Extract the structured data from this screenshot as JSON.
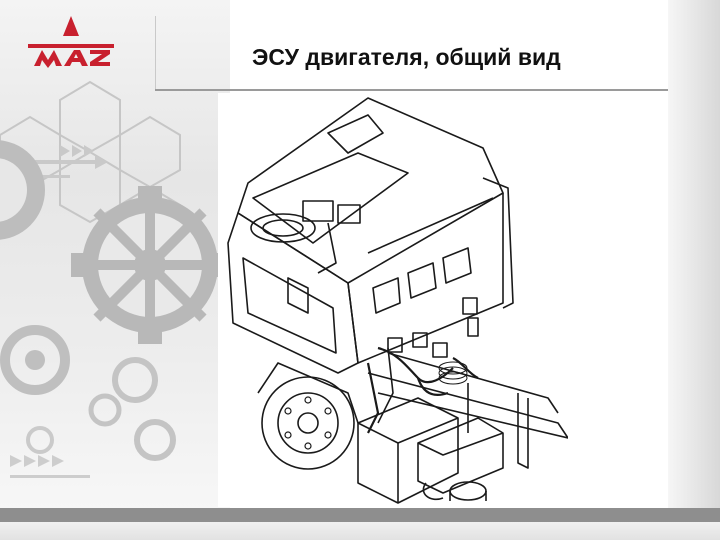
{
  "slide": {
    "title": "ЭСУ двигателя, общий вид"
  },
  "colors": {
    "brand": "#c8202e",
    "accent_bar": "#8e8e8e",
    "line_art": "#1a1a1a"
  },
  "icons": {
    "logo": "maz-logo",
    "background": "gear-pattern"
  }
}
